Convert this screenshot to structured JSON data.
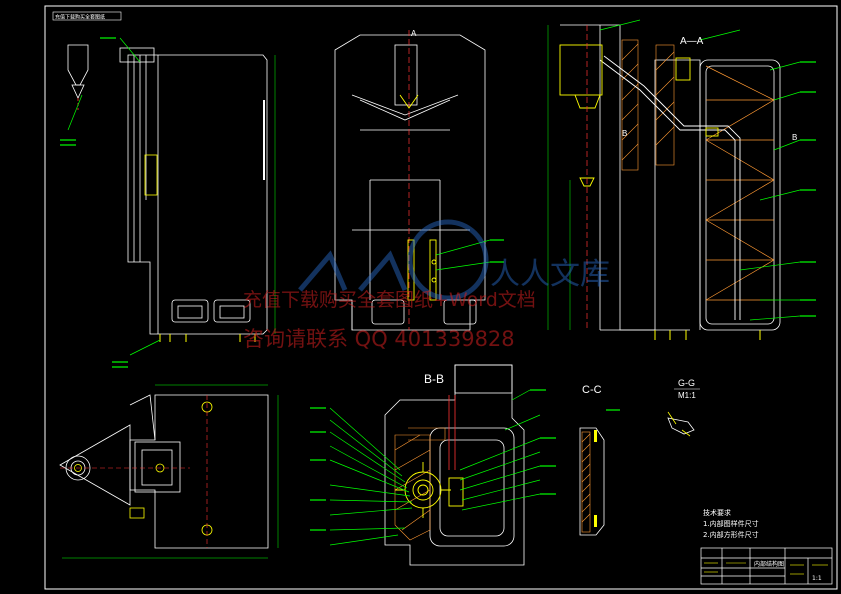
{
  "drawing": {
    "title_stamp": "充值下载购买全套图纸",
    "watermark_line1": "充值下载购买全套图纸+Word文档",
    "watermark_line2": "咨询请联系 QQ 401339828",
    "logo_text": "人人文库",
    "colors": {
      "background": "#000000",
      "outline": "#ffffff",
      "centerline": "#ff3030",
      "leader": "#00ff00",
      "fill": "#ffff00",
      "hatch": "#ff9933",
      "accent": "#00ffff",
      "watermark": "#d02020"
    }
  },
  "views": {
    "section_aa": "A—A",
    "section_bb": "B-B",
    "section_cc": "C-C",
    "section_gg": "G-G",
    "scale_gg": "M1:1",
    "marker_a": "A",
    "marker_b": "B",
    "marker_b2": "B"
  },
  "notes": {
    "heading": "技术要求",
    "item1": "1.内部图样件尺寸",
    "item2": "2.内部方形件尺寸"
  },
  "title_block": {
    "title": "内部结构图",
    "scale": "1:1"
  }
}
